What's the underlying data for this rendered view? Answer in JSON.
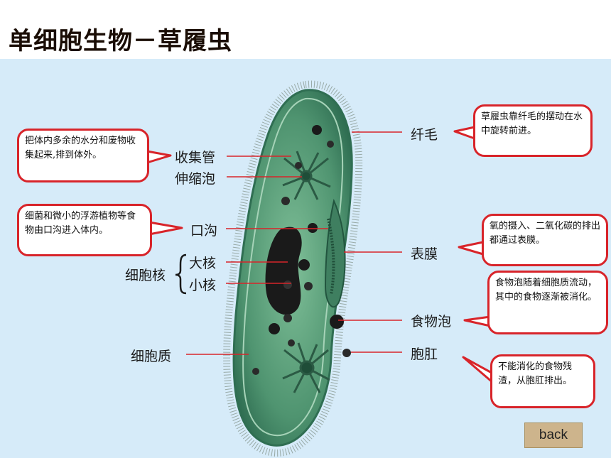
{
  "title": "单细胞生物－草履虫",
  "labels": {
    "cilia": "纤毛",
    "collecting_duct": "收集管",
    "contractile_vacuole": "伸缩泡",
    "oral_groove": "口沟",
    "cell_membrane": "表膜",
    "nucleus_group": "细胞核",
    "macronucleus": "大核",
    "micronucleus": "小核",
    "food_vacuole": "食物泡",
    "anal_pore": "胞肛",
    "cytoplasm": "细胞质"
  },
  "notes": {
    "cilia": "草履虫靠纤毛的摆动在水中旋转前进。",
    "contractile": "把体内多余的水分和废物收集起来,排到体外。",
    "oral_groove": "细菌和微小的浮游植物等食物由口沟进入体内。",
    "membrane": "氧的摄入、二氧化碳的排出都通过表膜。",
    "food_vacuole": "食物泡随着细胞质流动，其中的食物逐渐被消化。",
    "anal_pore": "不能消化的食物残渣，从胞肛排出。"
  },
  "back_label": "back",
  "colors": {
    "bubble_border": "#d8242a",
    "panel_bg": "#d6ebf9",
    "back_bg": "#cdb48c",
    "cell_body": "#5fa17a"
  }
}
